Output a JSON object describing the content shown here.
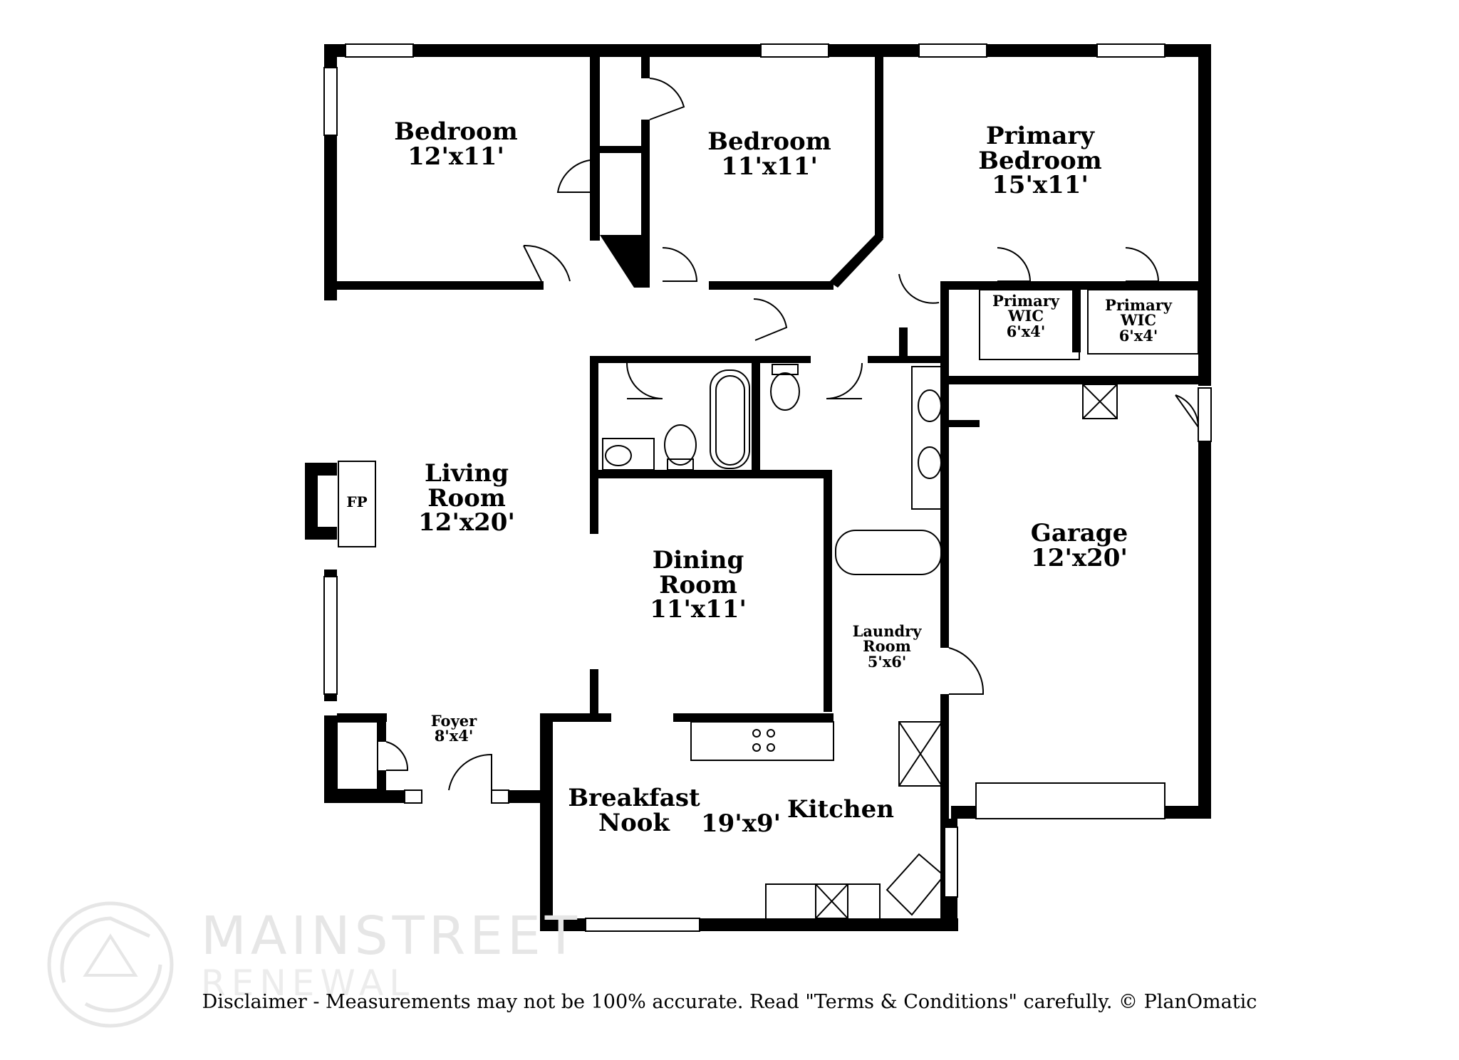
{
  "rooms": {
    "bedroom1": {
      "name": "Bedroom",
      "dims": "12'x11'"
    },
    "bedroom2": {
      "name": "Bedroom",
      "dims": "11'x11'"
    },
    "primary_bedroom": {
      "name_line1": "Primary",
      "name_line2": "Bedroom",
      "dims": "15'x11'"
    },
    "primary_wic1": {
      "name_line1": "Primary",
      "name_line2": "WIC",
      "dims": "6'x4'"
    },
    "primary_wic2": {
      "name_line1": "Primary",
      "name_line2": "WIC",
      "dims": "6'x4'"
    },
    "living_room": {
      "name_line1": "Living",
      "name_line2": "Room",
      "dims": "12'x20'"
    },
    "fireplace": {
      "name": "FP"
    },
    "dining_room": {
      "name_line1": "Dining",
      "name_line2": "Room",
      "dims": "11'x11'"
    },
    "garage": {
      "name": "Garage",
      "dims": "12'x20'"
    },
    "laundry_room": {
      "name_line1": "Laundry",
      "name_line2": "Room",
      "dims": "5'x6'"
    },
    "foyer": {
      "name": "Foyer",
      "dims": "8'x4'"
    },
    "breakfast_nook": {
      "name_line1": "Breakfast",
      "name_line2": "Nook"
    },
    "kitchen": {
      "name": "Kitchen",
      "dims": "19'x9'"
    }
  },
  "watermark": {
    "brand": "MAINSTREET",
    "sub": "RENEWAL"
  },
  "disclaimer": "Disclaimer - Measurements may not be 100% accurate. Read \"Terms & Conditions\" carefully. © PlanOmatic",
  "colors": {
    "wall": "#000000",
    "fixture": "#555555",
    "watermark": "#e6e6e6"
  }
}
